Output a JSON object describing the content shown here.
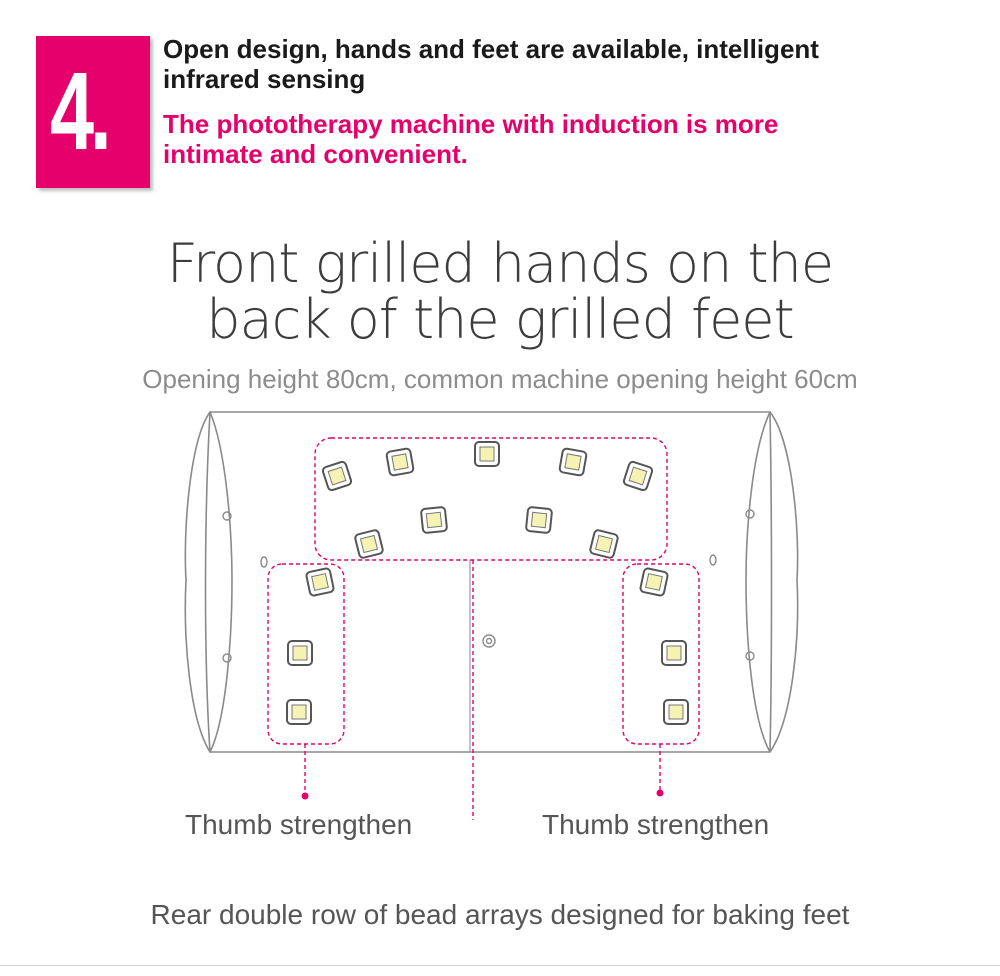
{
  "badge": {
    "number": "4.",
    "color": "#e5006b"
  },
  "heading": {
    "line1": "Open design, hands and feet are available, intelligent",
    "line2": "infrared sensing",
    "pink_line1": "The phototherapy machine with induction is more",
    "pink_line2": "intimate and convenient."
  },
  "title": {
    "line1": "Front grilled hands on the",
    "line2": "back of the grilled feet"
  },
  "subtitle": "Opening height 80cm, common machine opening height 60cm",
  "labels": {
    "left": "Thumb strengthen",
    "right": "Thumb strengthen",
    "bottom": "Rear double row of bead arrays designed for baking feet"
  },
  "colors": {
    "accent": "#e5006b",
    "outline": "#8a8a8a",
    "led": "#f4f3b4"
  }
}
